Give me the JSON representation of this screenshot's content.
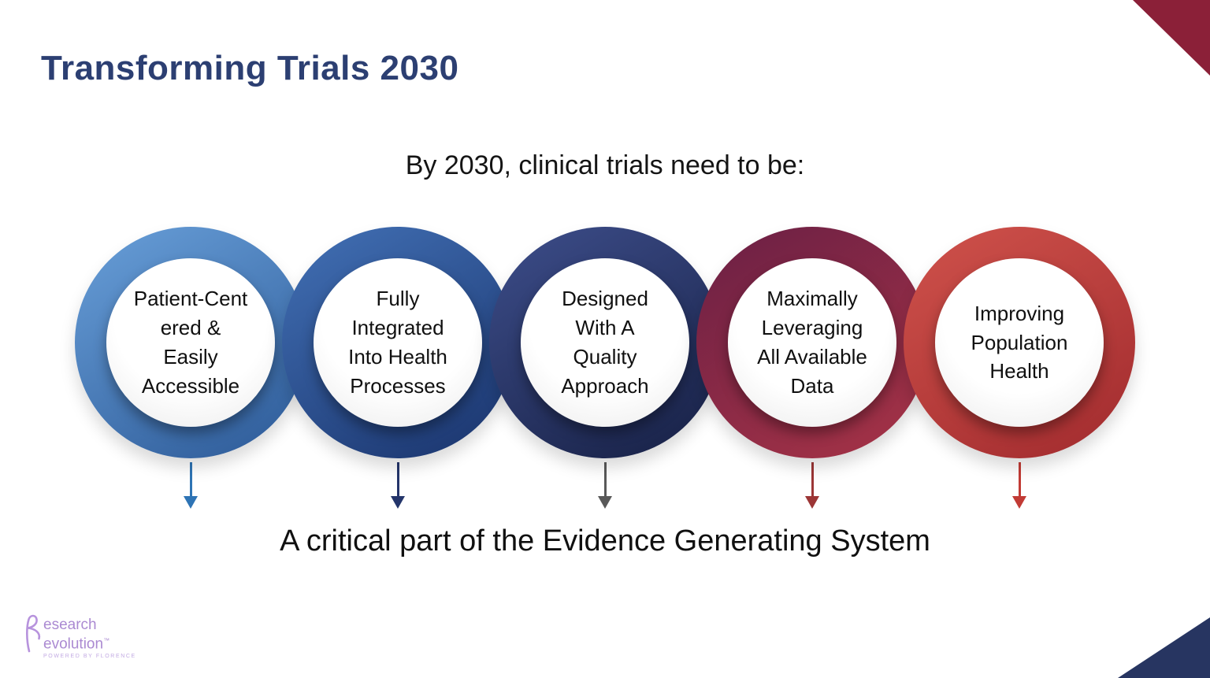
{
  "slide": {
    "title": "Transforming Trials 2030",
    "subtitle": "By 2030, clinical trials need to be:",
    "footer": "A critical part of the Evidence Generating System"
  },
  "rings": [
    {
      "label": "Patient-Cent\nered &\nEasily\nAccessible",
      "ring_color_light": "#649ad4",
      "ring_color_dark": "#33619e",
      "arrow_color": "#2e74b5"
    },
    {
      "label": "Fully\nIntegrated\nInto Health\nProcesses",
      "ring_color_light": "#3f6cb0",
      "ring_color_dark": "#1e3a74",
      "arrow_color": "#24356b"
    },
    {
      "label": "Designed\nWith A\nQuality\nApproach",
      "ring_color_light": "#3a4a85",
      "ring_color_dark": "#1b254c",
      "arrow_color": "#595959"
    },
    {
      "label": "Maximally\nLeveraging\nAll Available\nData",
      "ring_color_light": "#6f2145",
      "ring_color_dark": "#a03146",
      "arrow_color": "#9c3636"
    },
    {
      "label": "Improving\nPopulation\nHealth",
      "ring_color_light": "#cc4f49",
      "ring_color_dark": "#a62f31",
      "arrow_color": "#c23b35"
    }
  ],
  "logo": {
    "line1": "esearch",
    "line2": "evolution",
    "tm": "™",
    "tagline": "POWERED BY FLORENCE"
  },
  "colors": {
    "title": "#2c3f72",
    "corner_top_right": "#8b2038",
    "corner_bottom_right": "#273561",
    "logo_purple": "#ab8ad2"
  }
}
